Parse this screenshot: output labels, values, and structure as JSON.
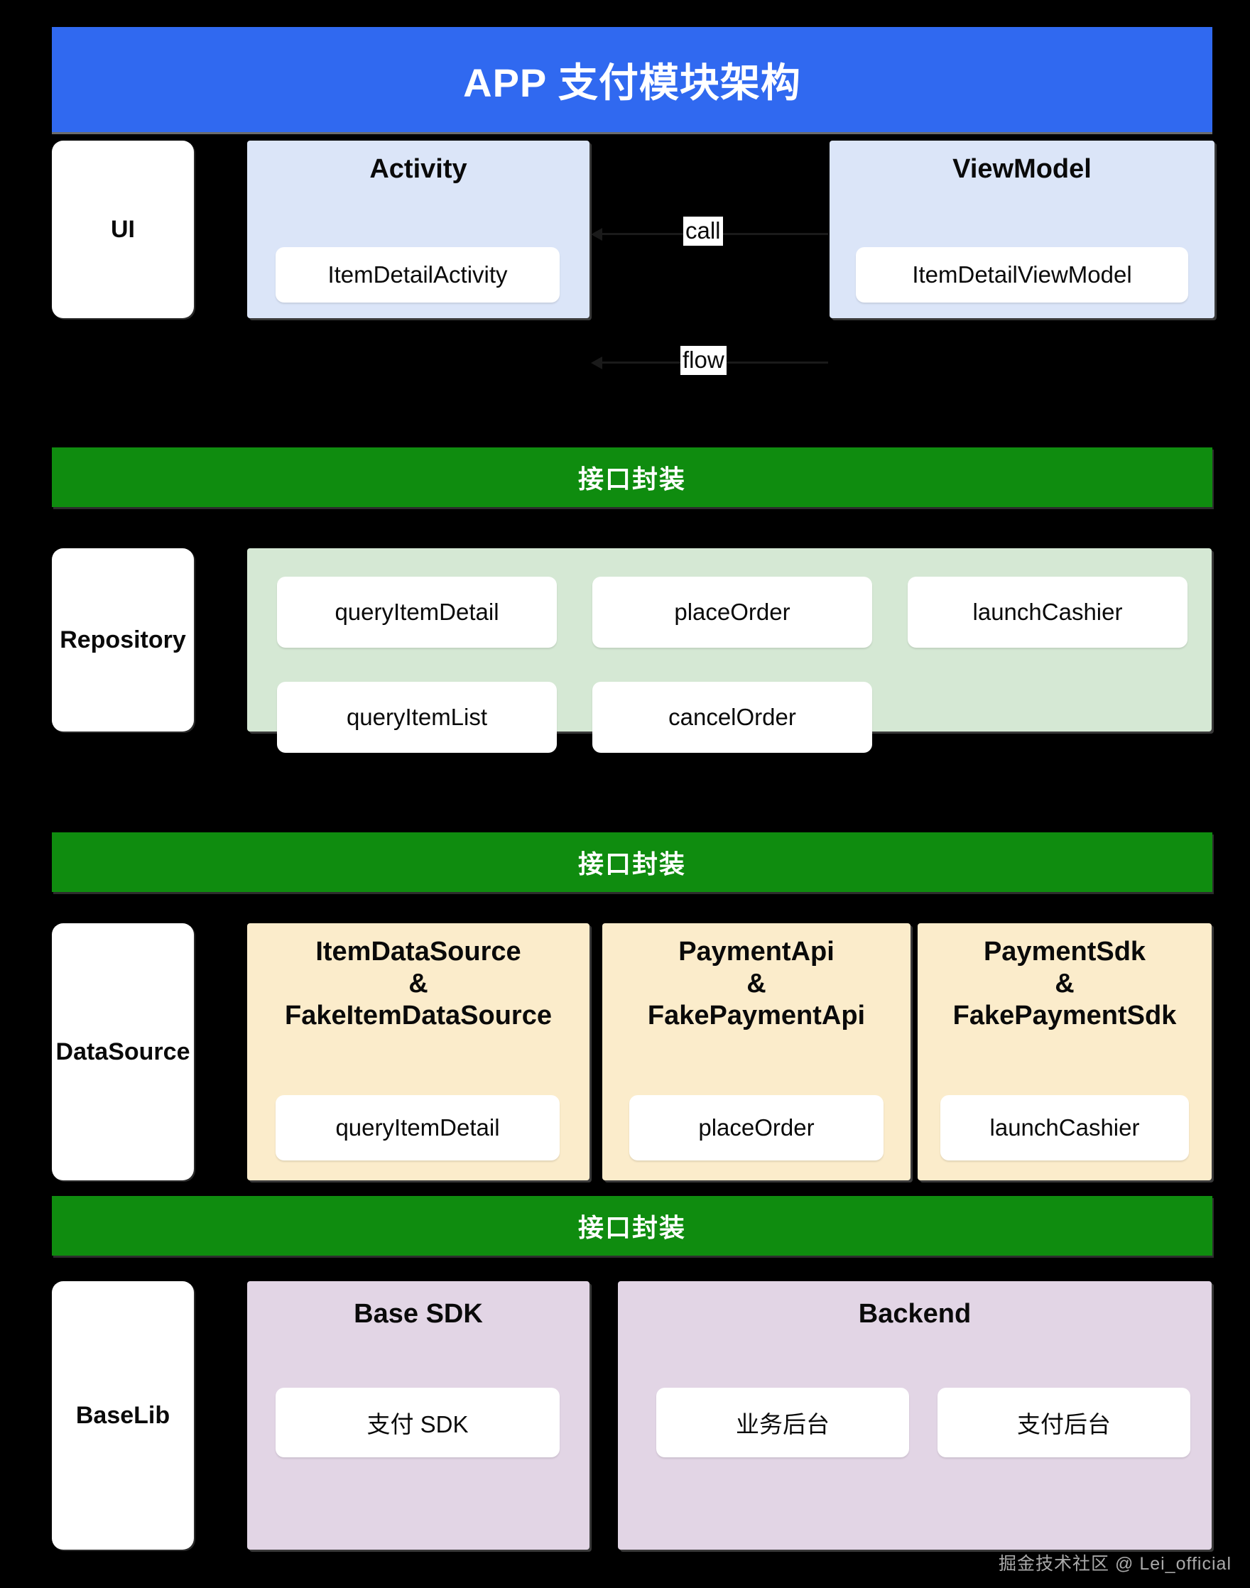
{
  "diagram": {
    "title": "APP 支付模块架构",
    "watermark": "掘金技术社区 @ Lei_official",
    "colors": {
      "title_bar": "#3069f0",
      "band": "#0f8c0f",
      "ui_panel": "#dbe5f8",
      "repository_panel": "#d5e8d4",
      "datasource_panel": "#fbeccb",
      "baselib_panel": "#e2d5e5",
      "background": "#000000",
      "card": "#ffffff"
    },
    "bands": {
      "band1": "接口封装",
      "band2": "接口封装",
      "band3": "接口封装"
    },
    "layers": {
      "ui": {
        "label": "UI",
        "activity": {
          "title": "Activity",
          "items": [
            "ItemDetailActivity"
          ]
        },
        "viewmodel": {
          "title": "ViewModel",
          "items": [
            "ItemDetailViewModel"
          ]
        },
        "edges": {
          "call": "call",
          "flow": "flow"
        }
      },
      "repository": {
        "label": "Repository",
        "methods": [
          "queryItemDetail",
          "placeOrder",
          "launchCashier",
          "queryItemList",
          "cancelOrder"
        ]
      },
      "datasource": {
        "label": "DataSource",
        "groups": [
          {
            "title_line1": "ItemDataSource",
            "title_line2": "&",
            "title_line3": "FakeItemDataSource",
            "method": "queryItemDetail"
          },
          {
            "title_line1": "PaymentApi",
            "title_line2": "&",
            "title_line3": "FakePaymentApi",
            "method": "placeOrder"
          },
          {
            "title_line1": "PaymentSdk",
            "title_line2": "&",
            "title_line3": "FakePaymentSdk",
            "method": "launchCashier"
          }
        ]
      },
      "baselib": {
        "label": "BaseLib",
        "groups": [
          {
            "title": "Base SDK",
            "items": [
              "支付 SDK"
            ]
          },
          {
            "title": "Backend",
            "items": [
              "业务后台",
              "支付后台"
            ]
          }
        ]
      }
    }
  }
}
